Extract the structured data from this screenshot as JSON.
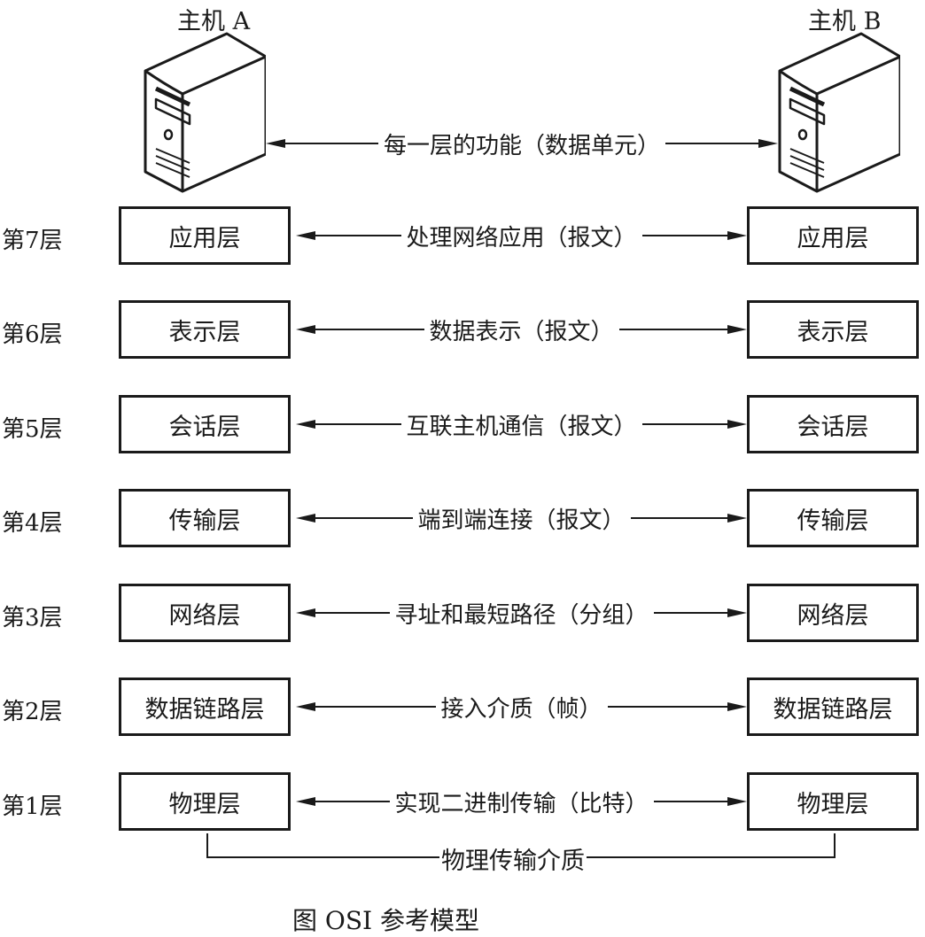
{
  "hosts": {
    "a": {
      "label": "主机 A"
    },
    "b": {
      "label": "主机 B"
    }
  },
  "header_connector": {
    "label": "每一层的功能（数据单元）"
  },
  "layers": [
    {
      "num_label": "第7层",
      "name": "应用层",
      "function": "处理网络应用（报文）"
    },
    {
      "num_label": "第6层",
      "name": "表示层",
      "function": "数据表示（报文）"
    },
    {
      "num_label": "第5层",
      "name": "会话层",
      "function": "互联主机通信（报文）"
    },
    {
      "num_label": "第4层",
      "name": "传输层",
      "function": "端到端连接（报文）"
    },
    {
      "num_label": "第3层",
      "name": "网络层",
      "function": "寻址和最短路径（分组）"
    },
    {
      "num_label": "第2层",
      "name": "数据链路层",
      "function": "接入介质（帧）"
    },
    {
      "num_label": "第1层",
      "name": "物理层",
      "function": "实现二进制传输（比特）"
    }
  ],
  "medium": {
    "label": "物理传输介质"
  },
  "caption": {
    "text": "图          OSI 参考模型"
  }
}
